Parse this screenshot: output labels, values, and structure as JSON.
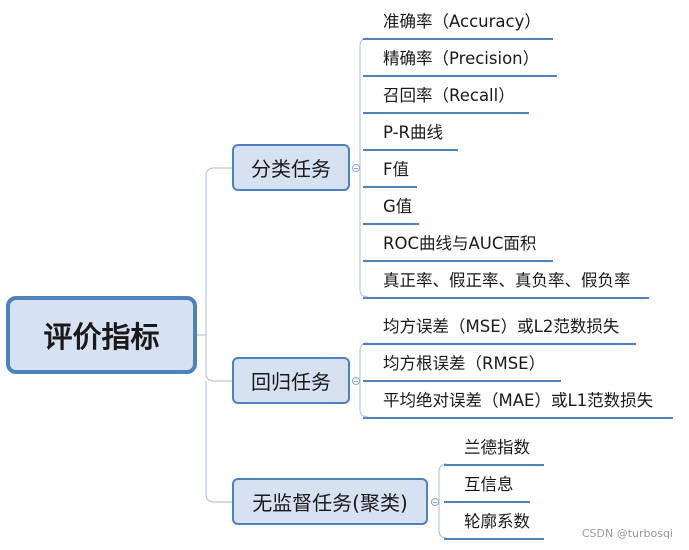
{
  "root": {
    "label": "评价指标"
  },
  "branches": [
    {
      "label": "分类任务",
      "leaves": [
        "准确率（Accuracy）",
        "精确率（Precision）",
        "召回率（Recall）",
        "P-R曲线",
        "F值",
        "G值",
        "ROC曲线与AUC面积",
        "真正率、假正率、真负率、假负率"
      ]
    },
    {
      "label": "回归任务",
      "leaves": [
        "均方误差（MSE）或L2范数损失",
        "均方根误差（RMSE）",
        "平均绝对误差（MAE）或L1范数损失"
      ]
    },
    {
      "label": "无监督任务(聚类)",
      "leaves": [
        "兰德指数",
        "互信息",
        "轮廓系数"
      ]
    }
  ],
  "watermark": "CSDN @turbosqi",
  "colors": {
    "accent": "#4f81bd",
    "fill": "#d6e1f1",
    "connector": "#b9c7dc"
  }
}
